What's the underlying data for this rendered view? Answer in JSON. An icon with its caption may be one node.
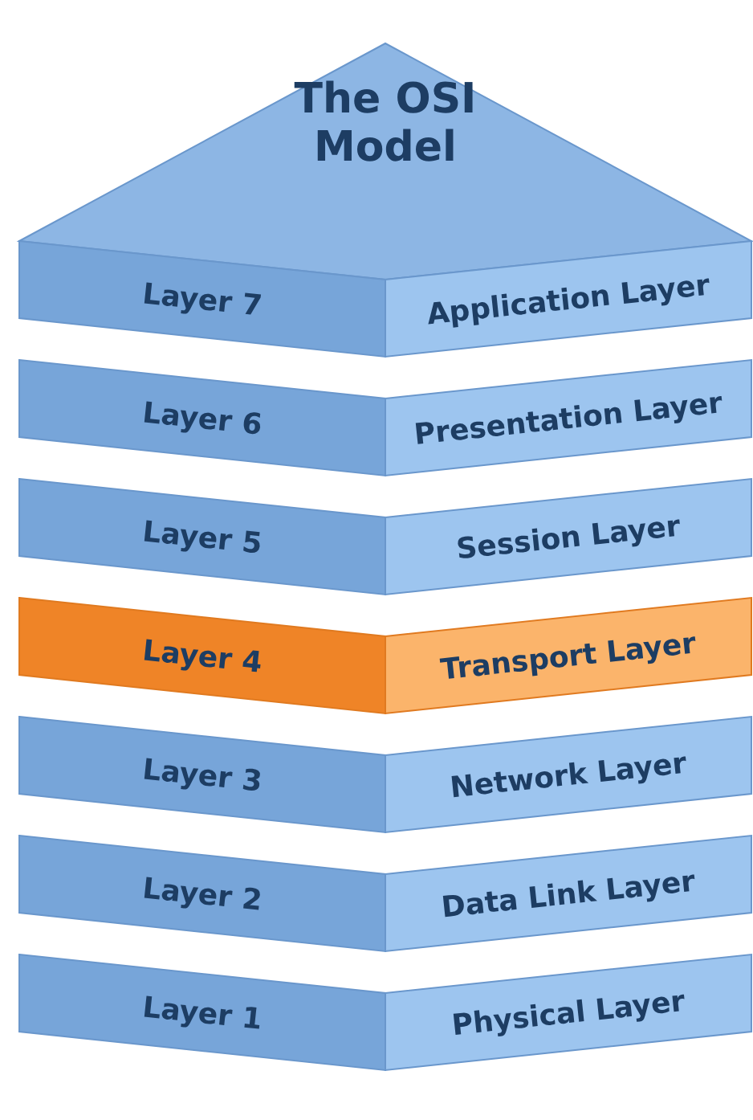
{
  "diagram": {
    "title": "The OSI Model",
    "nodes": [
      {
        "text": [
          "Layer 7",
          "Application Layer"
        ]
      },
      {
        "text": [
          "Layer 6",
          "Presentation Layer"
        ]
      },
      {
        "text": [
          "Layer 5",
          "Session Layer"
        ]
      },
      {
        "text": [
          "Layer 4",
          "Transport Layer"
        ]
      },
      {
        "text": [
          "Layer 3",
          "Network Layer"
        ]
      },
      {
        "text": [
          "Layer 2",
          "Data Link Layer"
        ]
      },
      {
        "text": [
          "Layer 1",
          "Physical Layer"
        ]
      }
    ],
    "edges": []
  }
}
